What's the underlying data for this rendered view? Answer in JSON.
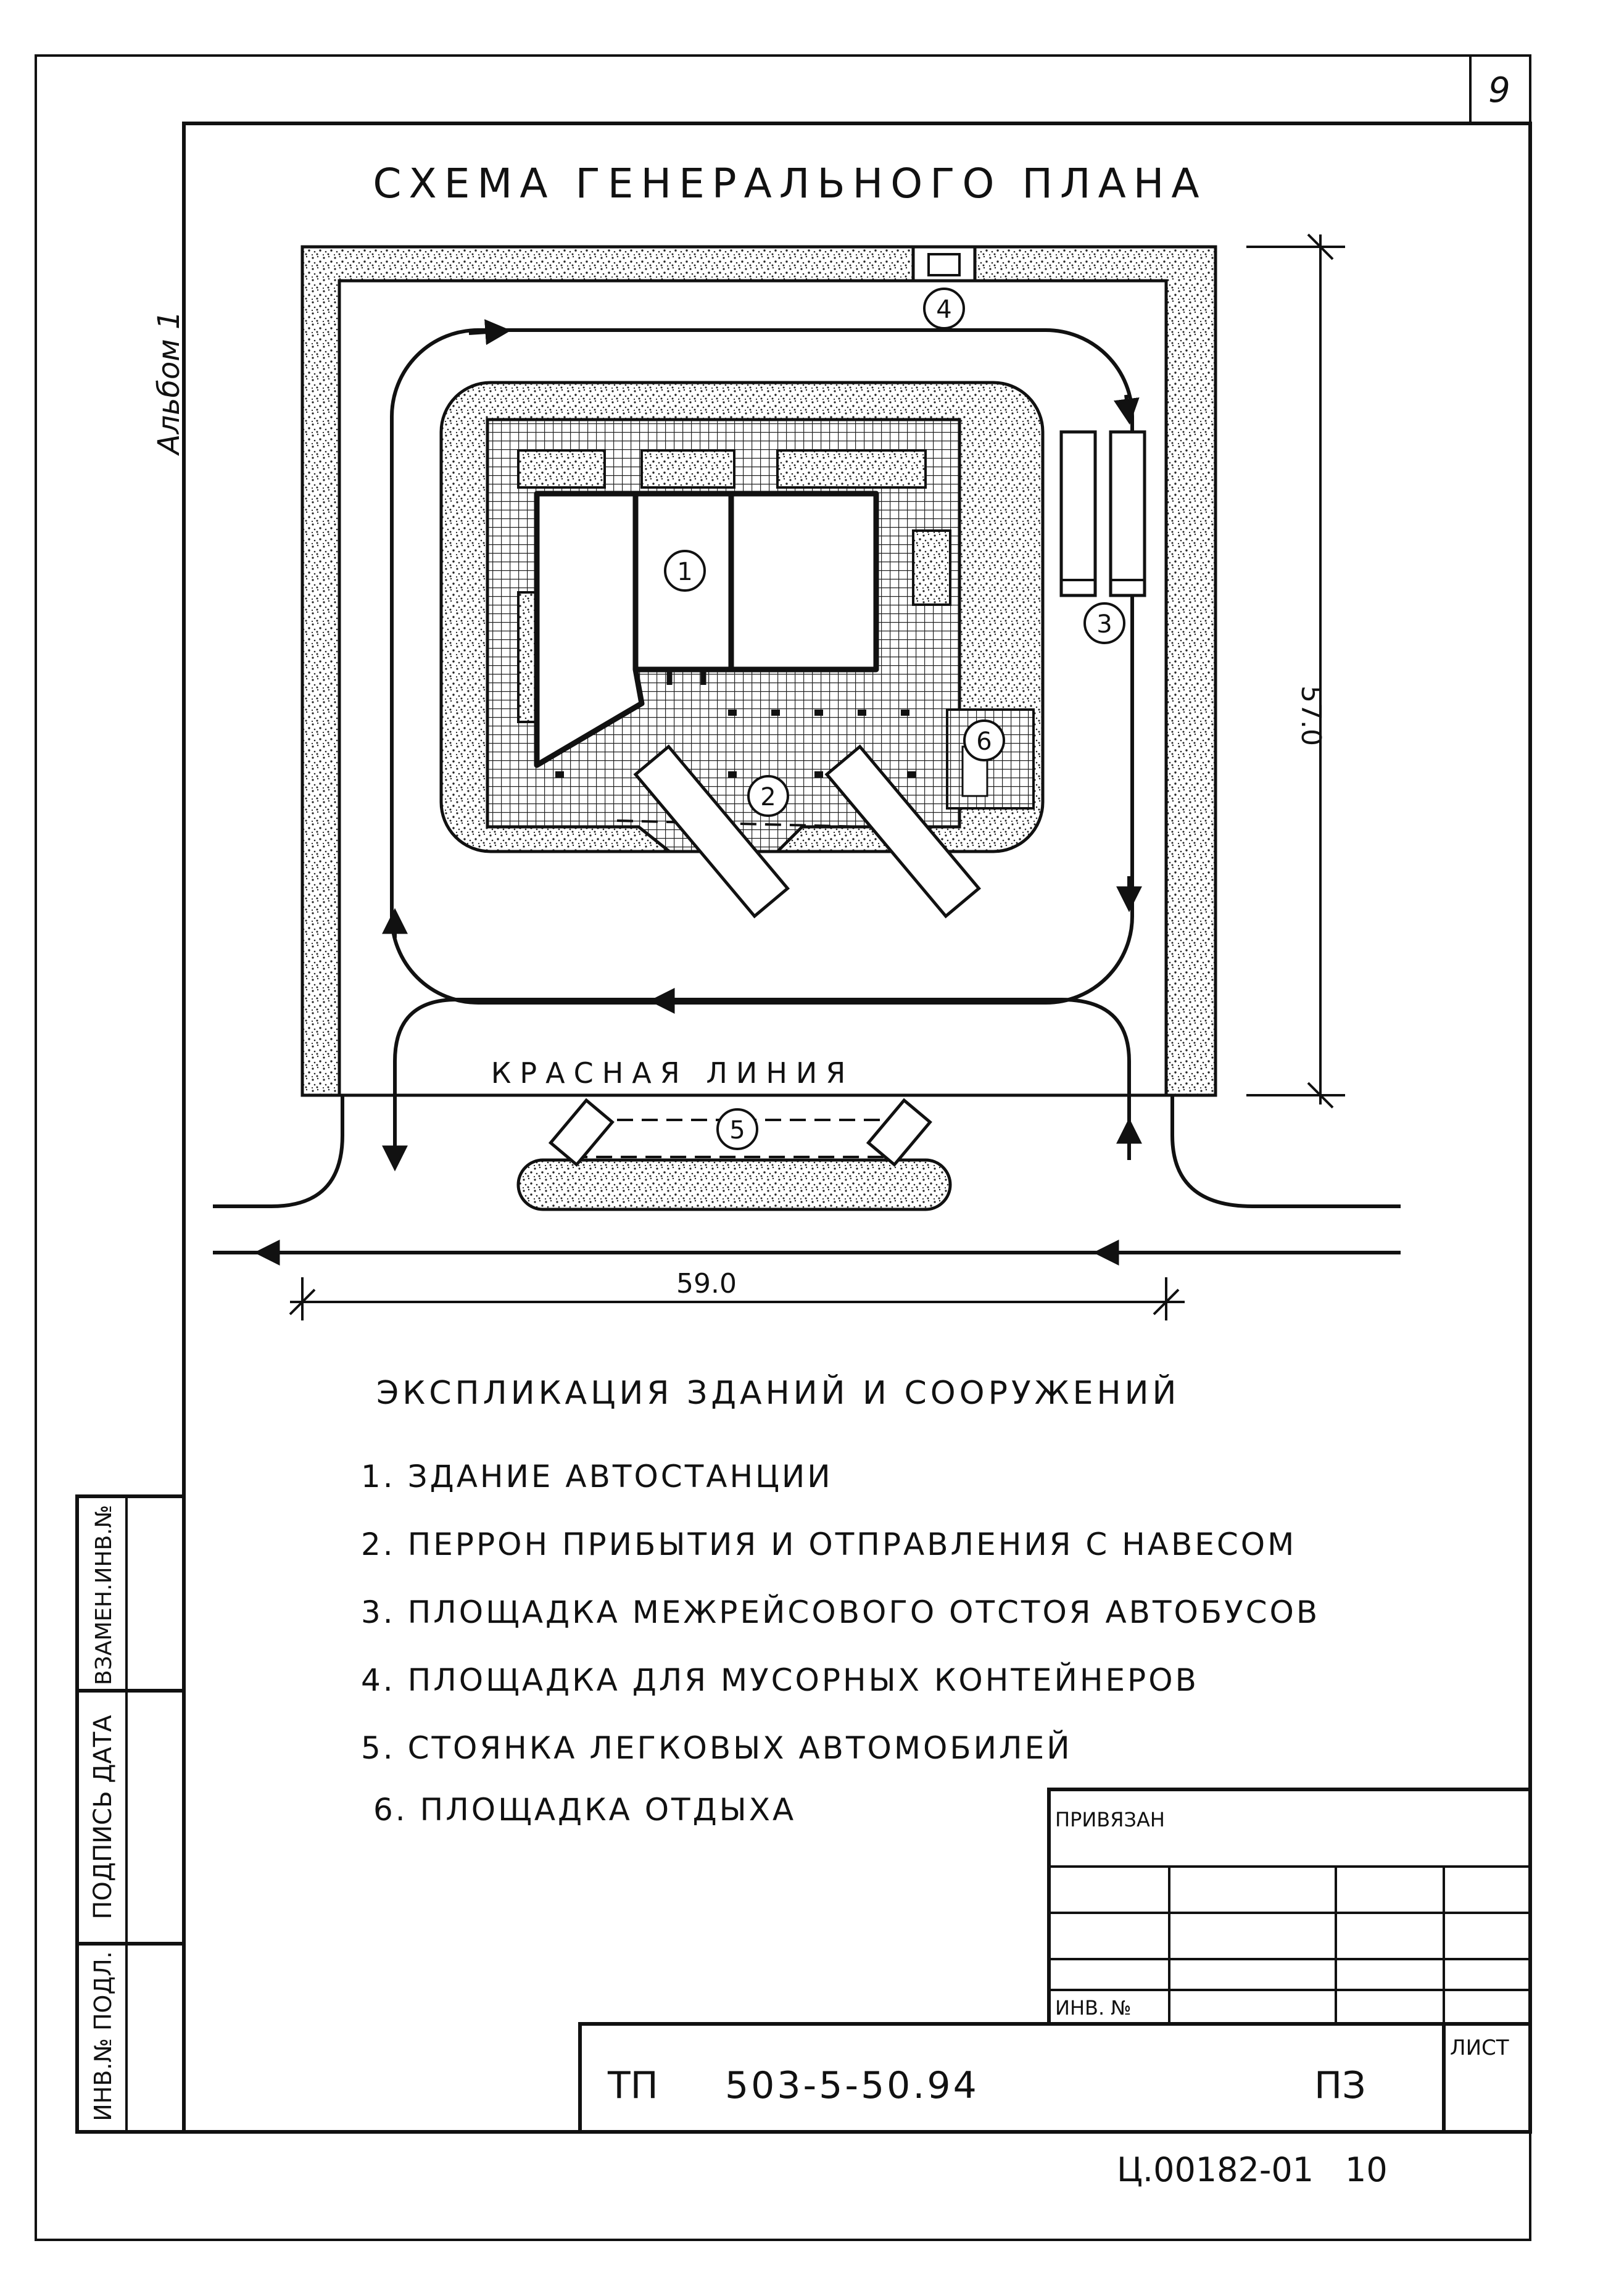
{
  "page_number": "9",
  "album_label": "Альбом 1",
  "plan_title": "СХЕМА ГЕНЕРАЛЬНОГО ПЛАНА",
  "red_line_label": "КРАСНАЯ ЛИНИЯ",
  "dimensions": {
    "width": "59.0",
    "height": "57.0"
  },
  "markers": [
    "1",
    "2",
    "3",
    "4",
    "5",
    "6"
  ],
  "explication": {
    "title": "ЭКСПЛИКАЦИЯ ЗДАНИЙ И СООРУЖЕНИЙ",
    "items": [
      "1. ЗДАНИЕ АВТОСТАНЦИИ",
      "2. ПЕРРОН ПРИБЫТИЯ И ОТПРАВЛЕНИЯ С НАВЕСОМ",
      "3. ПЛОЩАДКА МЕЖРЕЙСОВОГО ОТСТОЯ АВТОБУСОВ",
      "4. ПЛОЩАДКА ДЛЯ МУСОРНЫХ КОНТЕЙНЕРОВ",
      "5. СТОЯНКА ЛЕГКОВЫХ АВТОМОБИЛЕЙ",
      "6. ПЛОЩАДКА ОТДЫХА"
    ]
  },
  "side_stamp": {
    "top": "ВЗАМЕН.ИНВ.№",
    "middle": "ПОДПИСЬ ДАТА",
    "bottom": "ИНВ.№ ПОДЛ."
  },
  "binding_block": {
    "privyazan": "ПРИВЯЗАН",
    "inv_no": "ИНВ. №"
  },
  "title_block": {
    "prefix": "ТП",
    "code": "503-5-50.94",
    "section": "ПЗ",
    "sheet_label": "ЛИСТ"
  },
  "footer": {
    "archive_code": "Ц.00182-01",
    "number": "10"
  }
}
